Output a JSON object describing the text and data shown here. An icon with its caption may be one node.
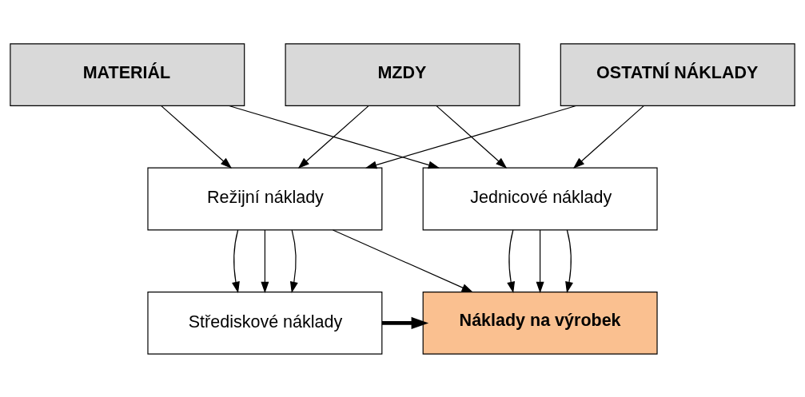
{
  "diagram": {
    "nodes": [
      {
        "text": [
          "MATERIÁL"
        ]
      },
      {
        "text": [
          "MZDY"
        ]
      },
      {
        "text": [
          "OSTATNÍ NÁKLADY"
        ]
      },
      {
        "text": [
          "Jednicové náklady"
        ]
      },
      {
        "text": [
          "Režijní náklady"
        ]
      },
      {
        "text": [
          "Náklady na výrobek"
        ]
      },
      {
        "text": [
          "Střediskové náklady"
        ]
      }
    ],
    "edges": [
      {
        "from": 0,
        "to": 3,
        "arrow": "to"
      },
      {
        "from": 0,
        "to": 4,
        "arrow": "to"
      },
      {
        "from": 1,
        "to": 3,
        "arrow": "to"
      },
      {
        "from": 1,
        "to": 4,
        "arrow": "to"
      },
      {
        "from": 2,
        "to": 3,
        "arrow": "to"
      },
      {
        "from": 2,
        "to": 4,
        "arrow": "to"
      },
      {
        "from": 3,
        "to": 5,
        "arrow": "to"
      },
      {
        "from": 3,
        "to": 5,
        "arrow": "to"
      },
      {
        "from": 3,
        "to": 5,
        "arrow": "to"
      },
      {
        "from": 4,
        "to": 5,
        "arrow": "to"
      },
      {
        "from": 4,
        "to": 6,
        "arrow": "to"
      },
      {
        "from": 4,
        "to": 6,
        "arrow": "to"
      },
      {
        "from": 4,
        "to": 6,
        "arrow": "to"
      },
      {
        "from": 6,
        "to": 5,
        "arrow": "to",
        "style": "thick"
      }
    ]
  }
}
